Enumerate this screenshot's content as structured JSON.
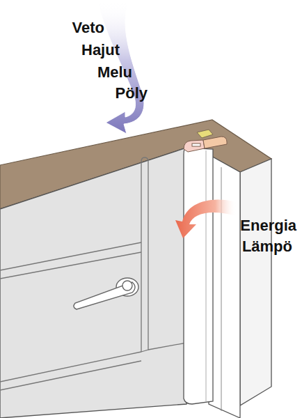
{
  "diagram": {
    "labels": [
      "Veto",
      "Hajut",
      "Melu",
      "Pöly",
      "Energia",
      "Lämpö"
    ]
  }
}
